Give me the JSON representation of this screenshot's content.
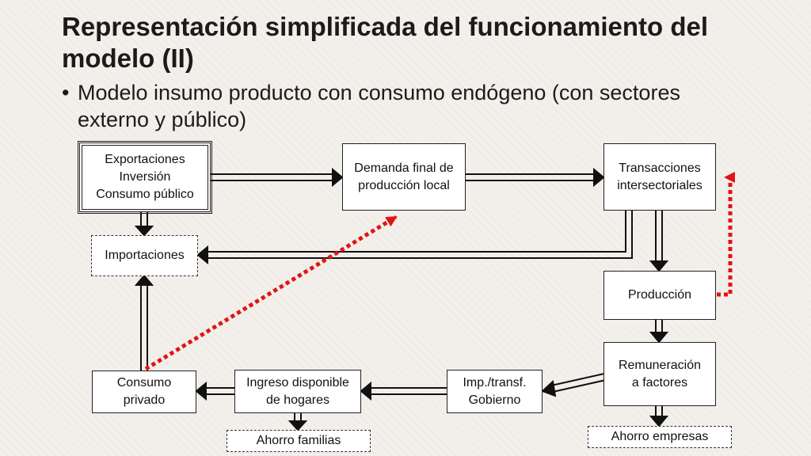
{
  "title": "Representación simplificada del funcionamiento del modelo (II)",
  "bullet": {
    "marker": "•",
    "text": "Modelo insumo producto con consumo endógeno (con sectores externo y público)"
  },
  "diagram": {
    "nodes": {
      "exogenous": {
        "lines": [
          "Exportaciones",
          "Inversión",
          "Consumo público"
        ]
      },
      "final_demand": {
        "lines": [
          "Demanda final de",
          "producción local"
        ]
      },
      "transactions": {
        "lines": [
          "Transacciones",
          "intersectoriales"
        ]
      },
      "imports": {
        "label": "Importaciones"
      },
      "production": {
        "label": "Producción"
      },
      "remuneration": {
        "lines": [
          "Remuneración",
          "a factores"
        ]
      },
      "government": {
        "lines": [
          "Imp./transf.",
          "Gobierno"
        ]
      },
      "disposable_income": {
        "lines": [
          "Ingreso disponible",
          "de hogares"
        ]
      },
      "private_consumption": {
        "lines": [
          "Consumo",
          "privado"
        ]
      },
      "household_savings": {
        "label": "Ahorro familias"
      },
      "firm_savings": {
        "label": "Ahorro empresas"
      }
    },
    "colors": {
      "arrow": "#111111",
      "feedback": "#e01414"
    }
  }
}
